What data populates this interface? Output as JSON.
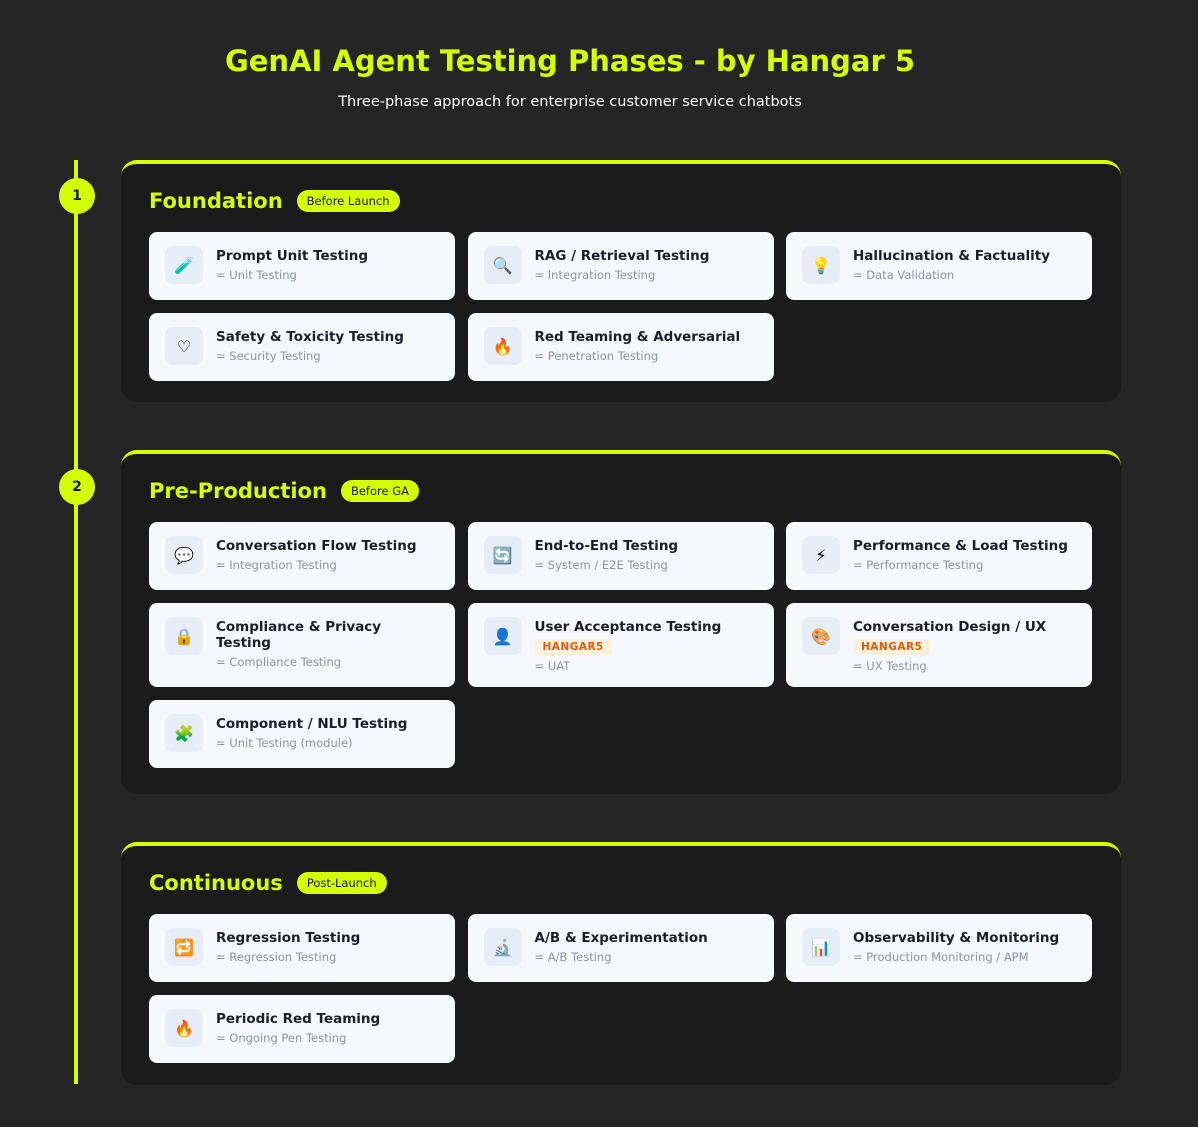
{
  "header": {
    "title": "GenAI Agent Testing Phases - by Hangar 5",
    "subtitle": "Three-phase approach for enterprise customer service chatbots"
  },
  "phases": [
    {
      "number": "1",
      "name": "Foundation",
      "badge": "Before Launch",
      "items": [
        {
          "icon": "test-tube",
          "glyph": "🧪",
          "title": "Prompt Unit Testing",
          "sub": "= Unit Testing"
        },
        {
          "icon": "magnifier",
          "glyph": "🔍",
          "title": "RAG / Retrieval Testing",
          "sub": "= Integration Testing"
        },
        {
          "icon": "lightbulb",
          "glyph": "💡",
          "title": "Hallucination & Factuality",
          "sub": "= Data Validation"
        },
        {
          "icon": "shield",
          "glyph": "♡",
          "title": "Safety & Toxicity Testing",
          "sub": "= Security Testing"
        },
        {
          "icon": "fire",
          "glyph": "🔥",
          "title": "Red Teaming & Adversarial",
          "sub": "= Penetration Testing"
        }
      ]
    },
    {
      "number": "2",
      "name": "Pre-Production",
      "badge": "Before GA",
      "items": [
        {
          "icon": "speech-bubble",
          "glyph": "💬",
          "title": "Conversation Flow Testing",
          "sub": "= Integration Testing"
        },
        {
          "icon": "refresh",
          "glyph": "🔄",
          "title": "End-to-End Testing",
          "sub": "= System / E2E Testing"
        },
        {
          "icon": "lightning",
          "glyph": "⚡",
          "title": "Performance & Load Testing",
          "sub": "= Performance Testing"
        },
        {
          "icon": "lock",
          "glyph": "🔒",
          "title": "Compliance & Privacy Testing",
          "sub": "= Compliance Testing"
        },
        {
          "icon": "user",
          "glyph": "👤",
          "title": "User Acceptance Testing",
          "tag": "HANGAR5",
          "sub": "= UAT"
        },
        {
          "icon": "palette",
          "glyph": "🎨",
          "title": "Conversation Design / UX",
          "tag": "HANGAR5",
          "sub": "= UX Testing"
        },
        {
          "icon": "puzzle",
          "glyph": "🧩",
          "title": "Component / NLU Testing",
          "sub": "= Unit Testing (module)"
        }
      ]
    },
    {
      "number": "",
      "name": "Continuous",
      "badge": "Post-Launch",
      "items": [
        {
          "icon": "repeat",
          "glyph": "🔁",
          "title": "Regression Testing",
          "sub": "= Regression Testing"
        },
        {
          "icon": "microscope",
          "glyph": "🔬",
          "title": "A/B & Experimentation",
          "sub": "= A/B Testing"
        },
        {
          "icon": "bar-chart",
          "glyph": "📊",
          "title": "Observability & Monitoring",
          "sub": "= Production Monitoring / APM"
        },
        {
          "icon": "fire",
          "glyph": "🔥",
          "title": "Periodic Red Teaming",
          "sub": "= Ongoing Pen Testing"
        }
      ]
    }
  ],
  "colors": {
    "accent": "#d4ff00",
    "background": "#252525",
    "panel": "#1b1b1b",
    "card": "#f5f8fc",
    "tag": "#e8590c"
  }
}
